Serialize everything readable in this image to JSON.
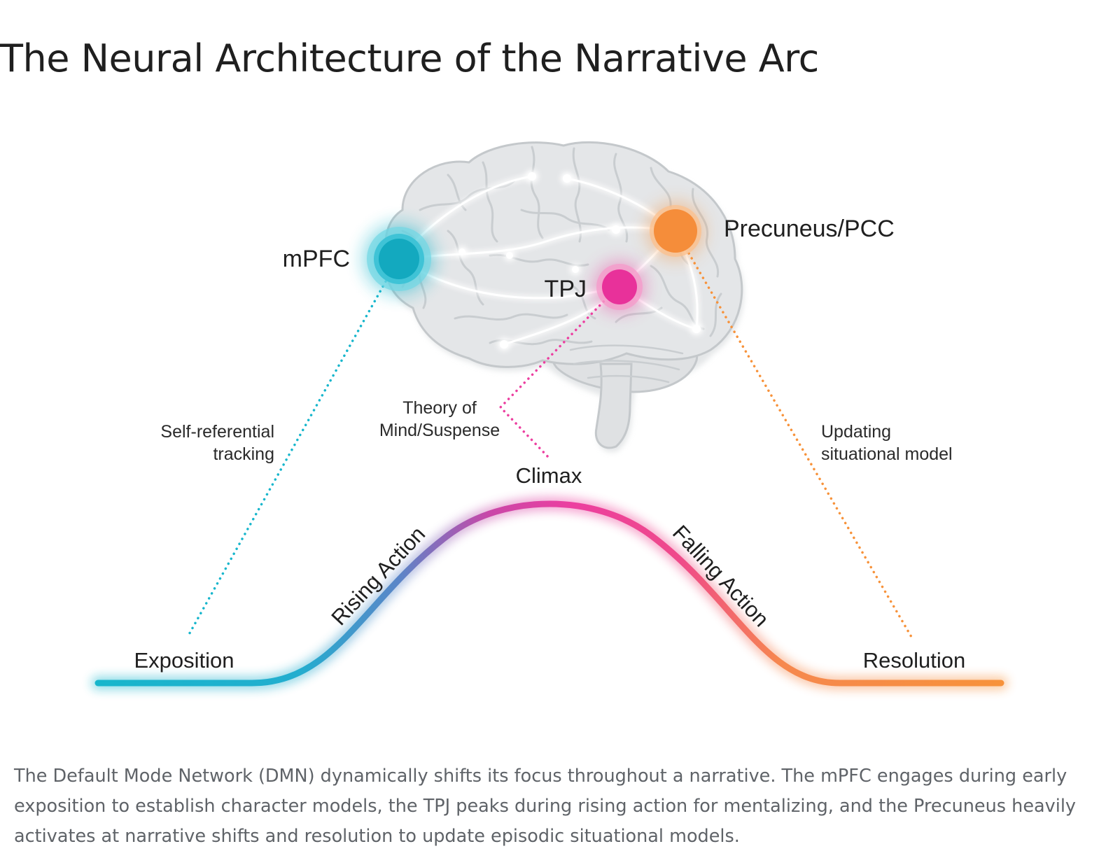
{
  "title": "The Neural Architecture of the Narrative Arc",
  "regions": {
    "mpfc": {
      "label": "mPFC",
      "color": "#17b6cc"
    },
    "tpj": {
      "label": "TPJ",
      "color": "#ec3fa0"
    },
    "precuneus": {
      "label": "Precuneus/PCC",
      "color": "#f7923a"
    }
  },
  "annotations": {
    "mpfc": [
      "Self-referential",
      "tracking"
    ],
    "tpj": [
      "Theory of",
      "Mind/Suspense"
    ],
    "precuneus": [
      "Updating",
      "situational model"
    ]
  },
  "arc": {
    "exposition": "Exposition",
    "rising": "Rising Action",
    "climax": "Climax",
    "falling": "Falling Action",
    "resolution": "Resolution"
  },
  "caption": "The Default Mode Network (DMN) dynamically shifts its focus throughout a narrative. The mPFC engages during early exposition to establish character models, the TPJ peaks during rising action for mentalizing, and the Precuneus heavily activates at narrative shifts and resolution to update episodic situational models."
}
